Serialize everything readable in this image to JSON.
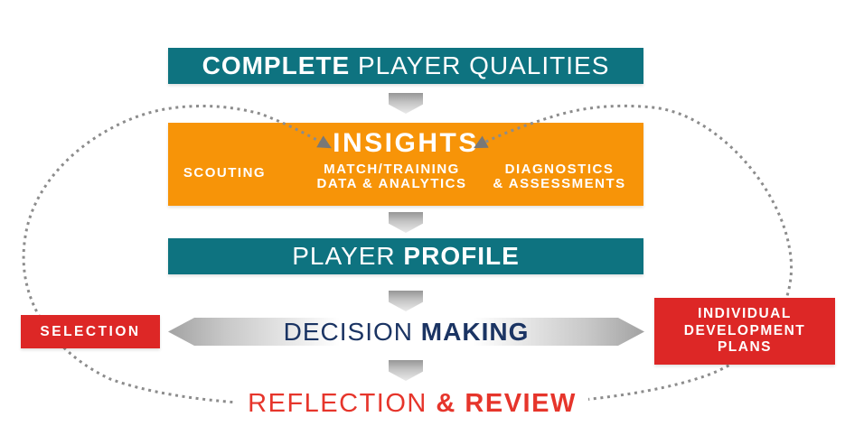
{
  "colors": {
    "teal": "#0E7380",
    "orange": "#F79408",
    "red_box": "#DD2726",
    "navy": "#1B3463",
    "red_text": "#E6352B",
    "dotted_loop_gray": "#8C8C8C",
    "arrow_silver": "#A2A2A2"
  },
  "banners": {
    "complete": {
      "emphasis": "COMPLETE",
      "rest": "PLAYER QUALITIES"
    },
    "profile": {
      "lead": "PLAYER",
      "emphasis": "PROFILE"
    }
  },
  "insights": {
    "title": "INSIGHTS",
    "scouting": "SCOUTING",
    "match_line1": "MATCH/TRAINING",
    "match_line2": "DATA & ANALYTICS",
    "diagnostics_line1": "DIAGNOSTICS",
    "diagnostics_line2": "& ASSESSMENTS"
  },
  "decision": {
    "lead": "DECISION",
    "emphasis": "MAKING"
  },
  "selection_label": "SELECTION",
  "idp": {
    "line1": "INDIVIDUAL",
    "line2": "DEVELOPMENT",
    "line3": "PLANS"
  },
  "reflection": {
    "lead": "REFLECTION",
    "emphasis": "& REVIEW"
  }
}
